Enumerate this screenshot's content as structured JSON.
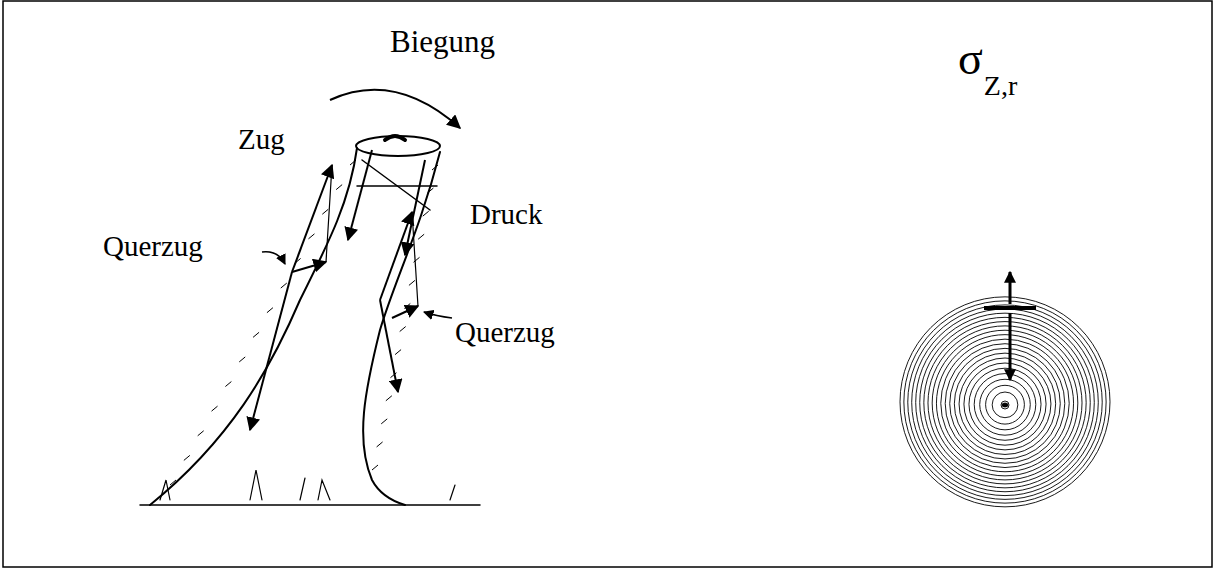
{
  "diagram": {
    "labels": [
      "Biegung",
      "Zug",
      "Druck",
      "Querzug",
      "Querzug",
      "σ",
      "Z,r"
    ]
  }
}
